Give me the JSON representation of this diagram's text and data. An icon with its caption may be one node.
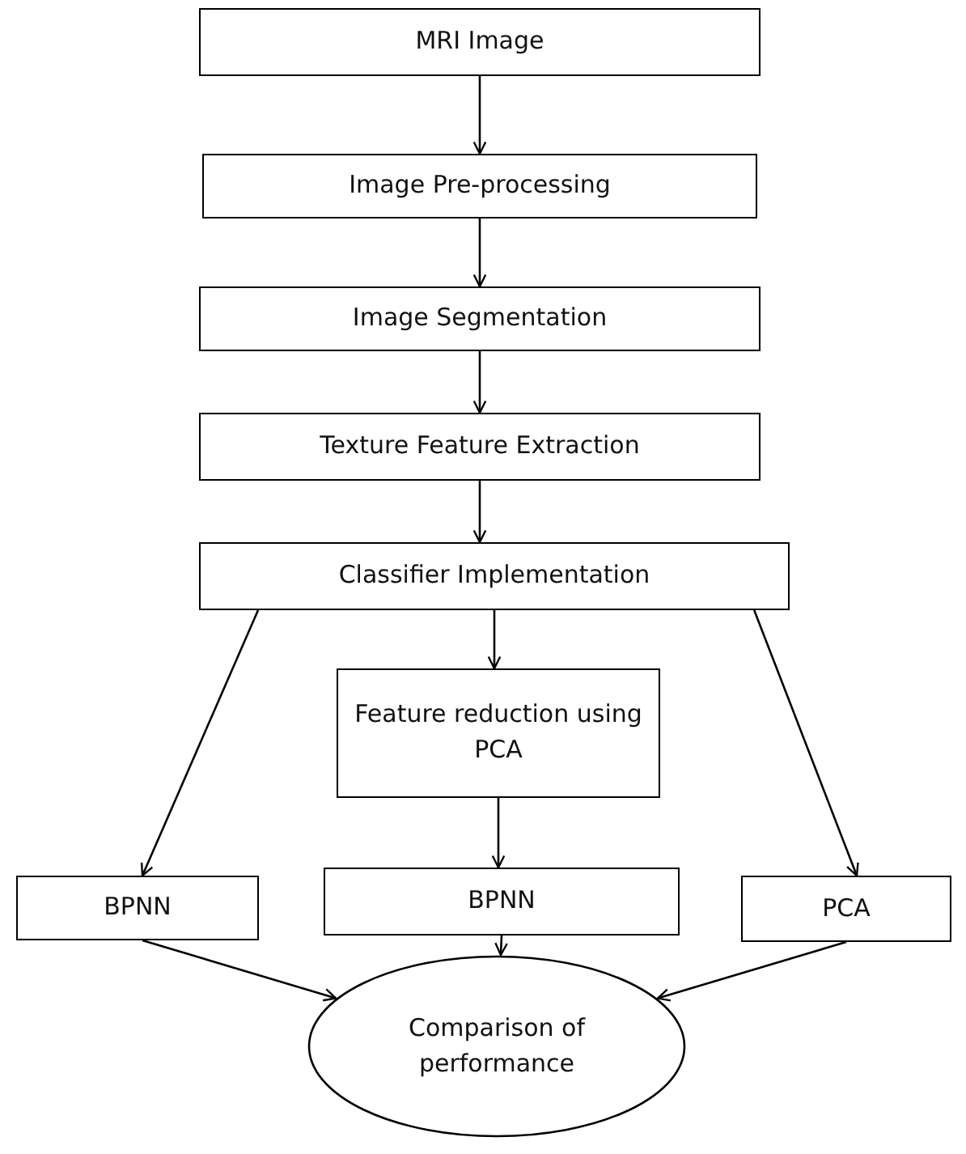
{
  "diagram": {
    "nodes": [
      {
        "text": [
          "MRI Image"
        ]
      },
      {
        "text": [
          "Image Pre-processing"
        ]
      },
      {
        "text": [
          "Image Segmentation"
        ]
      },
      {
        "text": [
          "Texture Feature Extraction"
        ]
      },
      {
        "text": [
          "Classifier Implementation"
        ]
      },
      {
        "text": [
          "Feature reduction using PCA"
        ]
      },
      {
        "text": [
          "BPNN"
        ]
      },
      {
        "text": [
          "BPNN"
        ]
      },
      {
        "text": [
          "PCA"
        ]
      },
      {
        "text": [
          "Comparison of performance"
        ]
      }
    ],
    "edges": [
      {
        "from": 0,
        "to": 1,
        "arrow": "to"
      },
      {
        "from": 1,
        "to": 2,
        "arrow": "to"
      },
      {
        "from": 2,
        "to": 3,
        "arrow": "to"
      },
      {
        "from": 3,
        "to": 4,
        "arrow": "to"
      },
      {
        "from": 4,
        "to": 5,
        "arrow": "to"
      },
      {
        "from": 4,
        "to": 6,
        "arrow": "to"
      },
      {
        "from": 4,
        "to": 8,
        "arrow": "to"
      },
      {
        "from": 5,
        "to": 7,
        "arrow": "to"
      },
      {
        "from": 6,
        "to": 9,
        "arrow": "to"
      },
      {
        "from": 7,
        "to": 9,
        "arrow": "to"
      },
      {
        "from": 8,
        "to": 9,
        "arrow": "to"
      }
    ]
  }
}
